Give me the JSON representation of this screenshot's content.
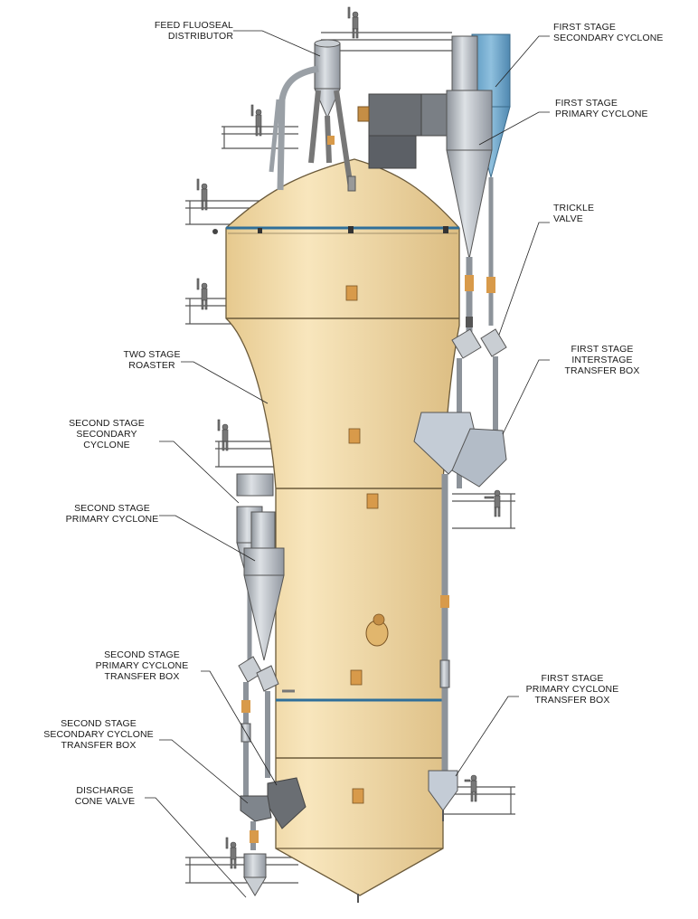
{
  "colors": {
    "vessel_fill": "#f3dcac",
    "vessel_stroke": "#6b5a3a",
    "band": "#2f6f9a",
    "steel": "#b9bec4",
    "steel_dark": "#7f858c",
    "blue_cyclone": "#6aa4c9",
    "box": "#c4ccd6",
    "dark_box": "#6a6e73",
    "port": "#d89a4a",
    "platform": "#555555"
  },
  "labels": {
    "feed_fluoseal_distributor": "FEED FLUOSEAL\nDISTRIBUTOR",
    "first_stage_secondary_cyclone": "FIRST STAGE\nSECONDARY CYCLONE",
    "first_stage_primary_cyclone": "FIRST STAGE\nPRIMARY CYCLONE",
    "trickle_valve": "TRICKLE\nVALVE",
    "two_stage_roaster": "TWO STAGE\nROASTER",
    "first_stage_interstage_transfer_box": "FIRST STAGE\nINTERSTAGE\nTRANSFER BOX",
    "second_stage_secondary_cyclone": "SECOND STAGE\nSECONDARY\nCYCLONE",
    "second_stage_primary_cyclone": "SECOND STAGE\nPRIMARY CYCLONE",
    "second_stage_primary_cyclone_transfer_box": "SECOND STAGE\nPRIMARY CYCLONE\nTRANSFER BOX",
    "first_stage_primary_cyclone_transfer_box": "FIRST STAGE\nPRIMARY CYCLONE\nTRANSFER BOX",
    "second_stage_secondary_cyclone_transfer_box": "SECOND STAGE\nSECONDARY CYCLONE\nTRANSFER BOX",
    "discharge_cone_valve": "DISCHARGE\nCONE VALVE"
  }
}
